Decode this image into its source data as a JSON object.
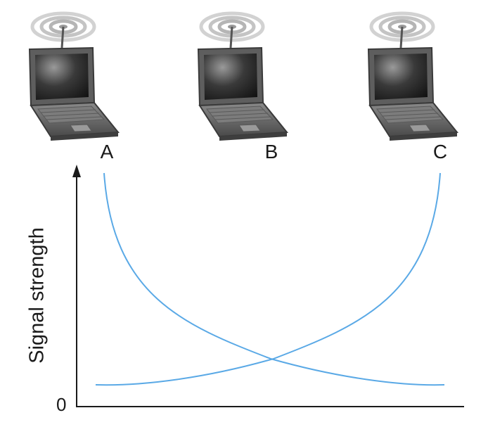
{
  "diagram": {
    "nodes": [
      {
        "id": "A",
        "label": "A",
        "icon": "wireless-laptop-icon"
      },
      {
        "id": "B",
        "label": "B",
        "icon": "wireless-laptop-icon"
      },
      {
        "id": "C",
        "label": "C",
        "icon": "wireless-laptop-icon"
      }
    ],
    "y_axis_label": "Signal strength",
    "origin_label": "0",
    "colors": {
      "curve": "#5aa9e6",
      "axis": "#1a1a1a",
      "laptop_body": "#6e6e6e",
      "laptop_screen": "#2a2a2a",
      "signal_waves": "#c8c8c8"
    },
    "curves": [
      {
        "from": "A",
        "description_shape": "decays from A toward C"
      },
      {
        "from": "C",
        "description_shape": "decays from C toward A"
      }
    ]
  }
}
